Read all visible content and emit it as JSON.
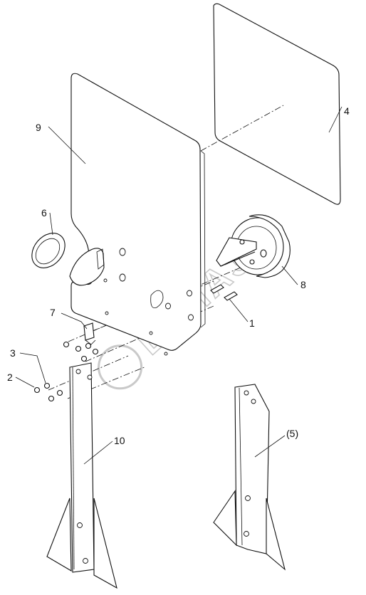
{
  "callouts": {
    "c1": "1",
    "c2": "2",
    "c3": "3",
    "c4": "4",
    "c5": "(5)",
    "c6": "6",
    "c7": "7",
    "c8": "8",
    "c9": "9",
    "c10": "10"
  },
  "watermark": {
    "text": "БЕЛАЗ"
  }
}
